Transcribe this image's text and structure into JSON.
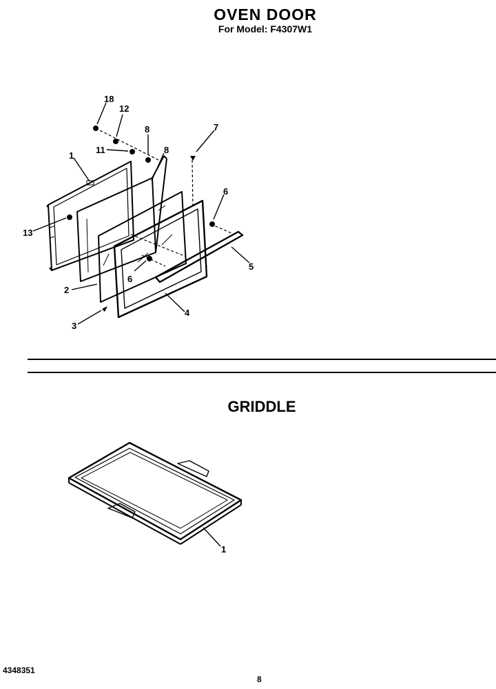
{
  "header": {
    "title": "OVEN DOOR",
    "subtitle": "For Model: F4307W1"
  },
  "oven_door": {
    "callouts": {
      "c18": "18",
      "c12": "12",
      "c8a": "8",
      "c7": "7",
      "c11": "11",
      "c8b": "8",
      "c1": "1",
      "c6a": "6",
      "c13": "13",
      "c5": "5",
      "c6b": "6",
      "c2": "2",
      "c4": "4",
      "c3": "3"
    }
  },
  "griddle": {
    "title": "GRIDDLE",
    "callouts": {
      "c1": "1"
    }
  },
  "footer": {
    "part_number": "4348351",
    "page": "8"
  }
}
